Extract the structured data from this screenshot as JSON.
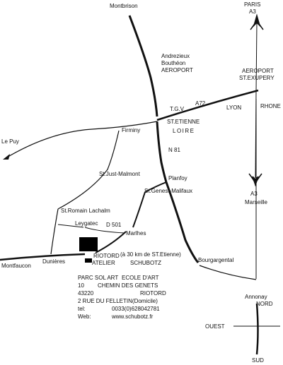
{
  "labels": {
    "montbrison": "Montbrison",
    "paris": "PARIS",
    "a3_top": "A3",
    "andrezieux": "Andrezieux",
    "boutheon": "Bouthéon",
    "aeroport_local": "AEROPORT",
    "aeroport_main": "AEROPORT",
    "st_exupery": "ST.EXUPERY",
    "a72": "A72",
    "tgv": "T.G.V",
    "lyon": "LYON",
    "rhone": "RHONE",
    "le_puy": "Le Puy",
    "firminy": "Firminy",
    "st_etienne": "ST.ETIENNE",
    "loire": "LOIRE",
    "n81": "N 81",
    "st_just": "St.Just-Malmont",
    "planfoy": "Planfoy",
    "st_genest": "St.Genest-Malifaux",
    "a3_bottom": "A3",
    "marseille": "Marseille",
    "st_romain": "St.Romain Lachalm",
    "leygatec": "Leygatec",
    "d501": "D 501",
    "marlhes": "Marlhes",
    "riotord": "RIOTORD",
    "atelier": "ATELIER",
    "schubotz": "SCHUBOTZ",
    "distance_note": "(à 30 km de ST.Etienne)",
    "bourgargental": "Bourgargental",
    "montfaucon": "Montfaucon",
    "dunieres": "Dunières",
    "annonay": "Annonay",
    "nord": "NORD",
    "ouest": "OUEST",
    "sud": "SUD"
  },
  "address": {
    "r1": [
      "PARC SOL ART",
      "ECOLE D'ART"
    ],
    "r2": [
      "10",
      "CHEMIN DES GENETS"
    ],
    "r3": [
      "43220",
      "RIOTORD"
    ],
    "r4": "2  RUE DU FELLETIN(Domicile)",
    "r5": [
      "tel:",
      "0033(0)628042781"
    ],
    "r6": [
      "Web:",
      "www.schubotz.fr"
    ]
  }
}
